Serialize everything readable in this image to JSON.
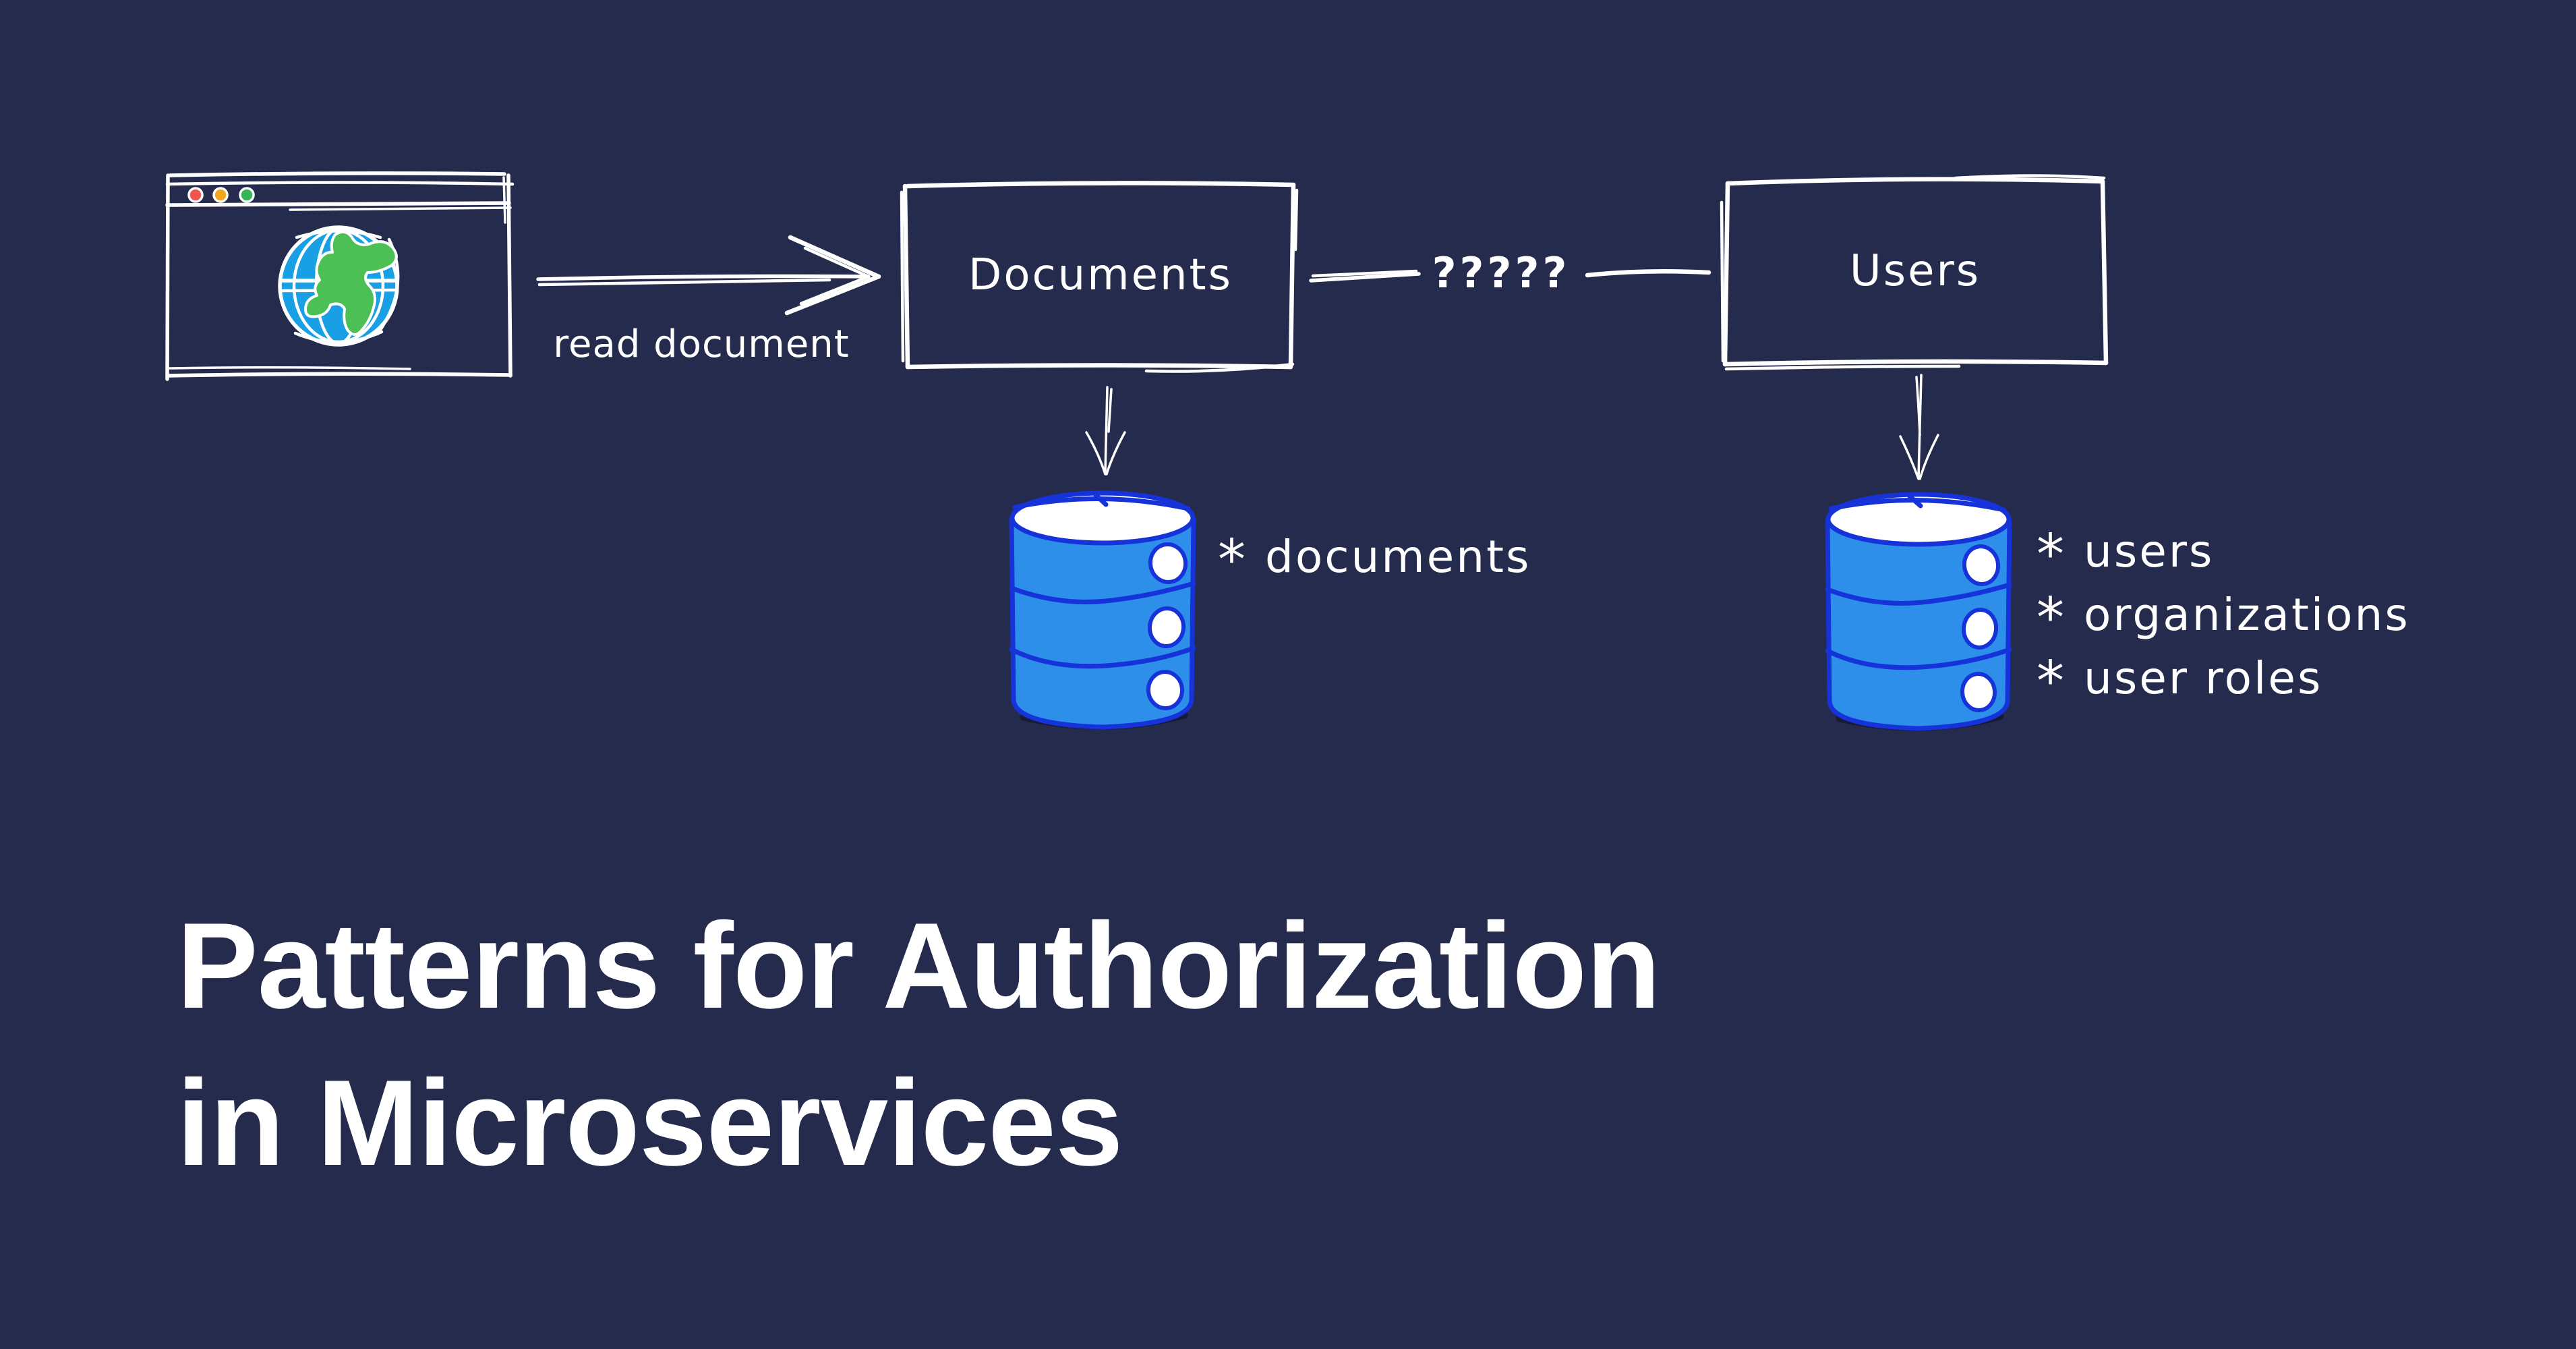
{
  "title": {
    "line1": "Patterns for Authorization",
    "line2": "in Microservices"
  },
  "flow": {
    "read_arrow_label": "read document",
    "relation_label": "?????"
  },
  "services": {
    "documents": {
      "label": "Documents"
    },
    "users": {
      "label": "Users"
    }
  },
  "databases": {
    "bullet": "*",
    "documents_db": {
      "items": [
        "documents"
      ]
    },
    "users_db": {
      "items": [
        "users",
        "organizations",
        "user roles"
      ]
    }
  },
  "colors": {
    "background": "#252B4C",
    "ink": "#FFFFFF",
    "db_fill": "#2E8FEA",
    "db_outline": "#1633DA",
    "globe_water": "#199FE4",
    "globe_land": "#4CC054",
    "traffic_red": "#F0544F",
    "traffic_yellow": "#F2A71E",
    "traffic_green": "#35B558"
  }
}
